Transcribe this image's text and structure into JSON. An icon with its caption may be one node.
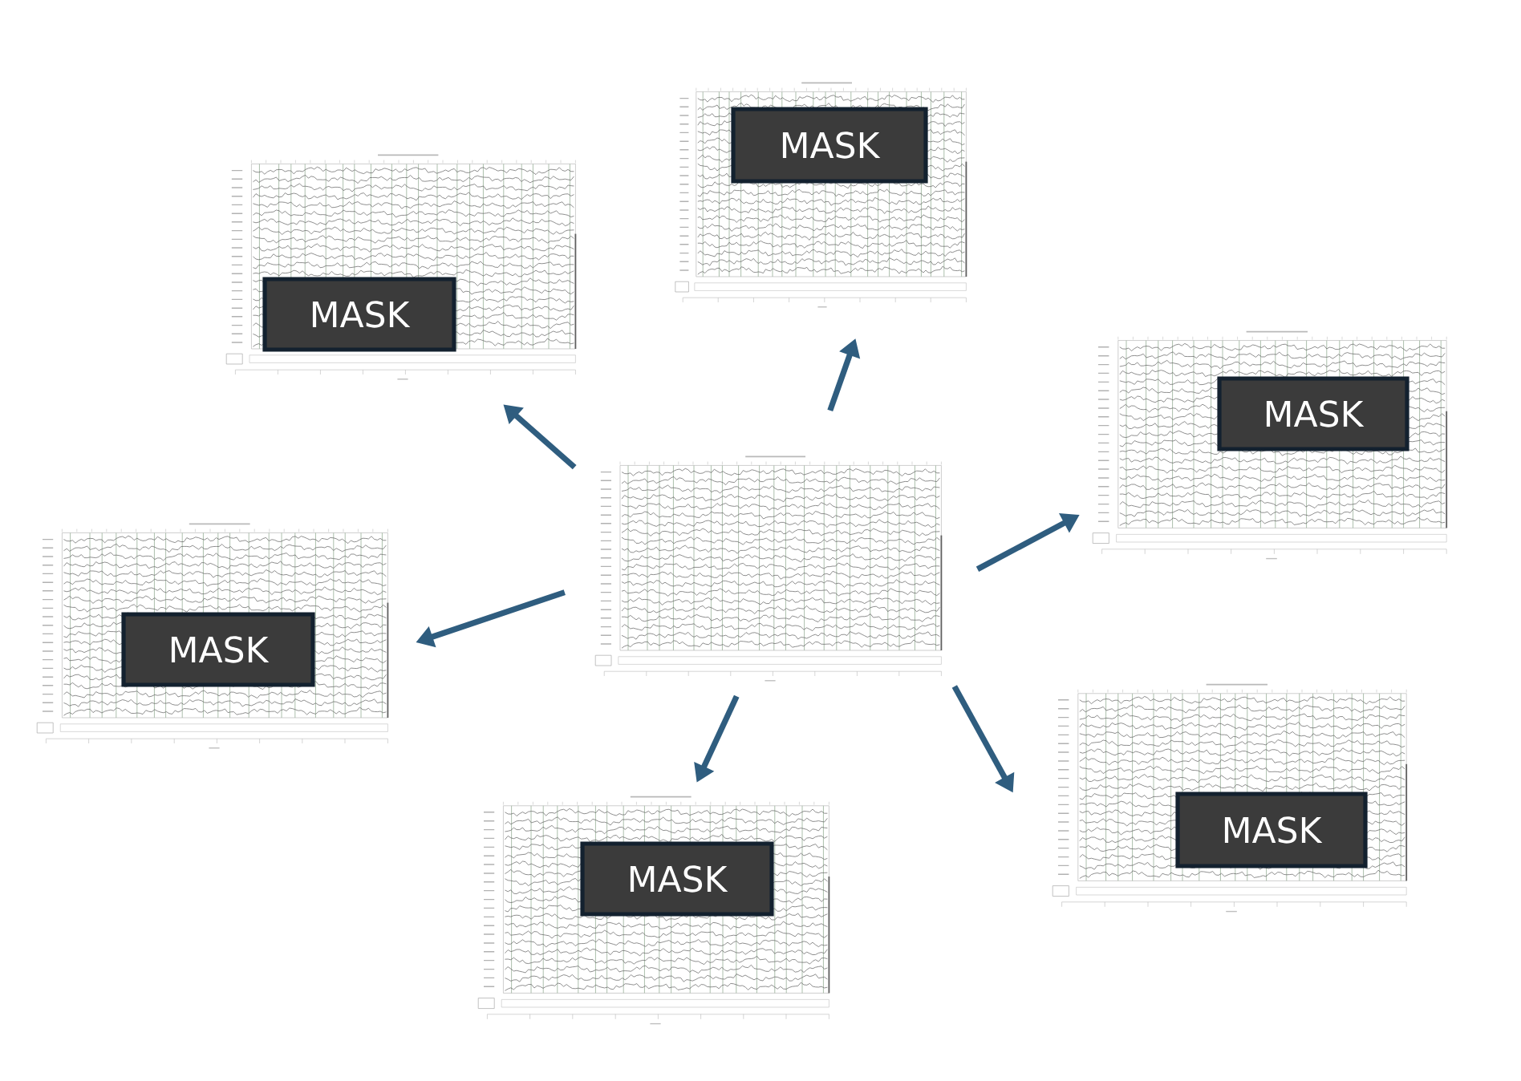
{
  "diagram": {
    "nodes": [
      {
        "text": [],
        "shape": "picture"
      },
      {
        "text": [],
        "shape": "picture"
      },
      {
        "text": [
          "MASK"
        ],
        "in": 1
      },
      {
        "text": [],
        "shape": "picture"
      },
      {
        "text": [
          "MASK"
        ],
        "in": 3
      },
      {
        "text": [],
        "shape": "picture"
      },
      {
        "text": [
          "MASK"
        ],
        "in": 5
      },
      {
        "text": [],
        "shape": "picture"
      },
      {
        "text": [
          "MASK"
        ],
        "in": 7
      },
      {
        "text": [],
        "shape": "picture"
      },
      {
        "text": [
          "MASK"
        ],
        "in": 9
      },
      {
        "text": [],
        "shape": "picture"
      },
      {
        "text": [
          "MASK"
        ],
        "in": 11
      }
    ],
    "edges": [
      {
        "from": 0,
        "to": 1,
        "arrow": "to"
      },
      {
        "from": 0,
        "to": 3,
        "arrow": "to"
      },
      {
        "from": 0,
        "to": 5,
        "arrow": "to"
      },
      {
        "from": 0,
        "to": 7,
        "arrow": "to"
      },
      {
        "from": 0,
        "to": 9,
        "arrow": "to"
      },
      {
        "from": 0,
        "to": 11,
        "arrow": "to"
      }
    ]
  }
}
